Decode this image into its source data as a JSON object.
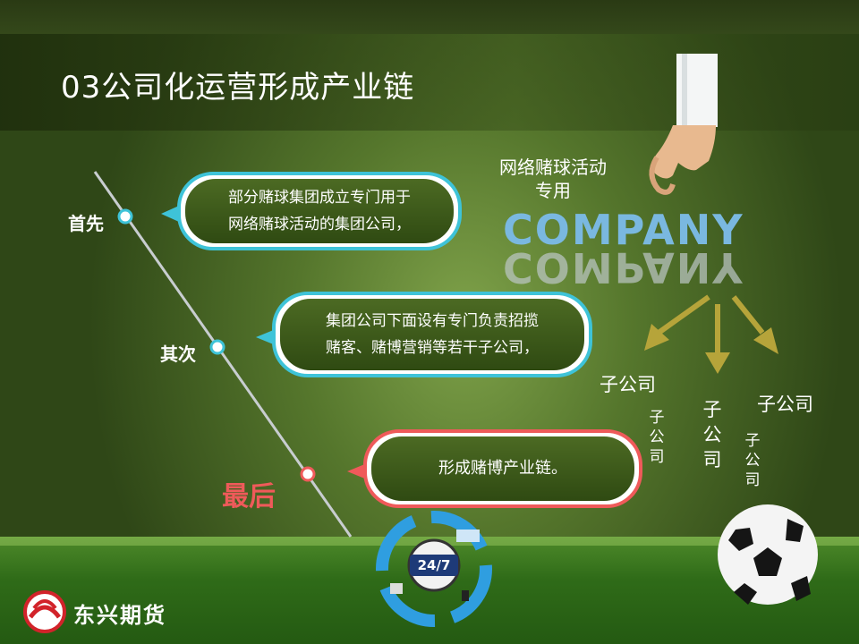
{
  "slide": {
    "title": "03公司化运营形成产业链",
    "steps": [
      {
        "label": "首先",
        "text_line1": "部分赌球集团成立专门用于",
        "text_line2": "网络赌球活动的集团公司，",
        "color": "#3ec3d8"
      },
      {
        "label": "其次",
        "text_line1": "集团公司下面设有专门负责招揽",
        "text_line2": "赌客、赌博营销等若干子公司，",
        "color": "#3ec3d8"
      },
      {
        "label": "最后",
        "text_line1": "形成赌博产业链。",
        "color": "#ef5a5a"
      }
    ],
    "caption_line1": "网络赌球活动",
    "caption_line2": "专用",
    "company_word": "COMPANY",
    "subsidiaries": [
      "子公司",
      "子公司",
      "子公司",
      "子公司",
      "子公司"
    ],
    "clock_label": "24/7",
    "brand": "东兴期货",
    "icons": [
      "hand-icon",
      "clock-cycle-icon",
      "soccer-ball-icon",
      "brand-logo-icon"
    ]
  }
}
